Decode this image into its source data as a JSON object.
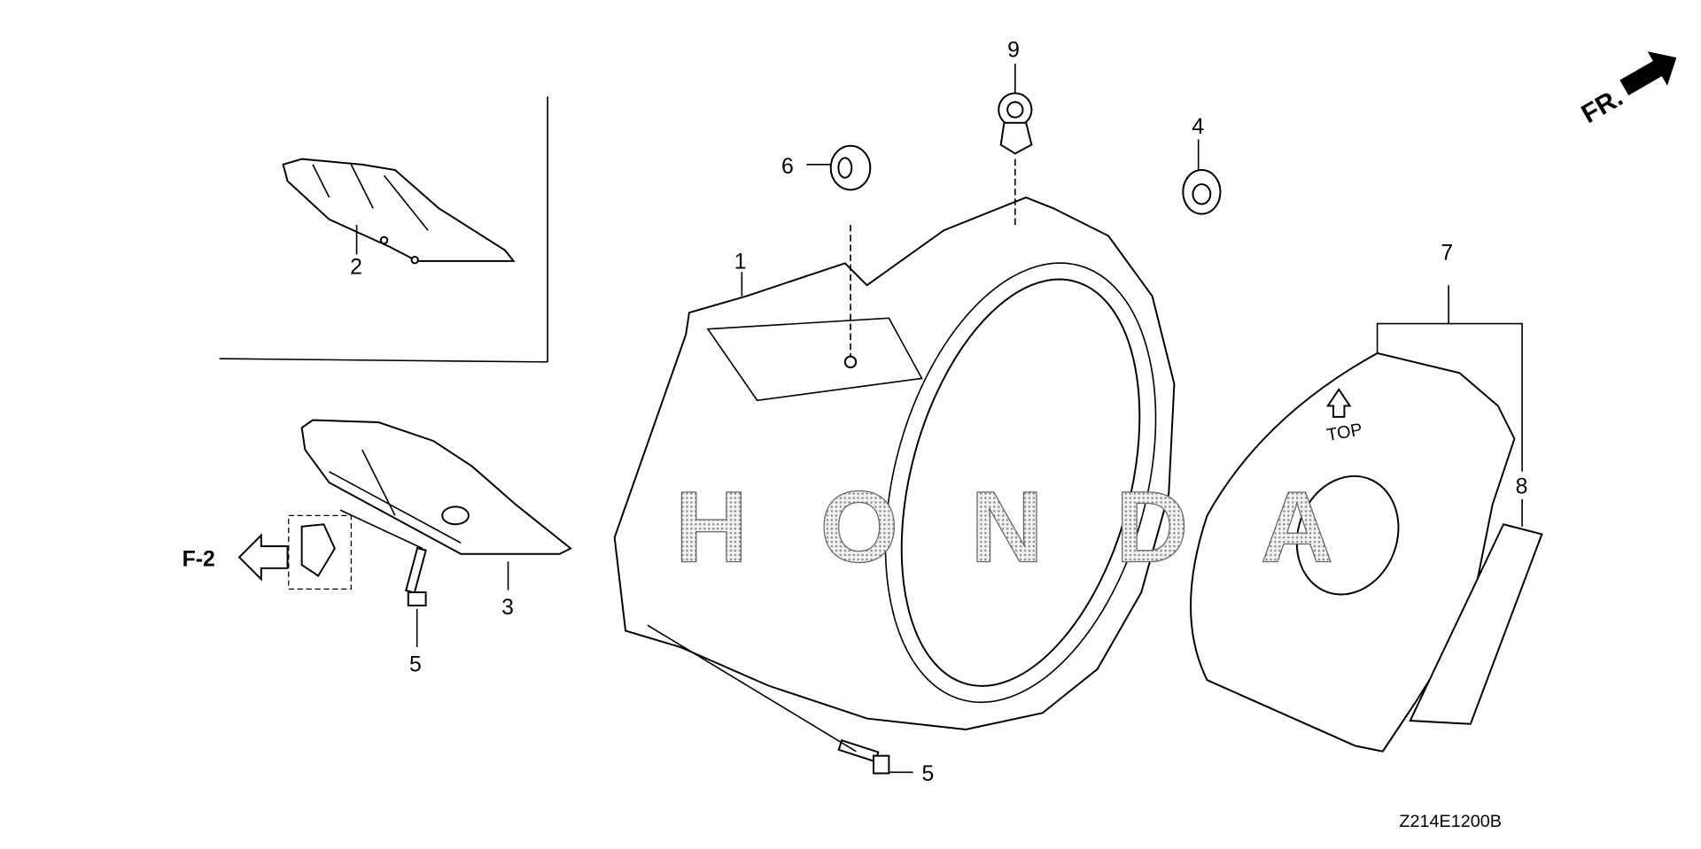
{
  "diagram": {
    "code": "Z214E1200B",
    "direction_label": "FR.",
    "reference_label": "F-2",
    "watermark": "HONDA",
    "plate_marking": "TOP",
    "callouts": [
      "1",
      "2",
      "3",
      "4",
      "5",
      "5",
      "6",
      "7",
      "8",
      "9"
    ]
  }
}
